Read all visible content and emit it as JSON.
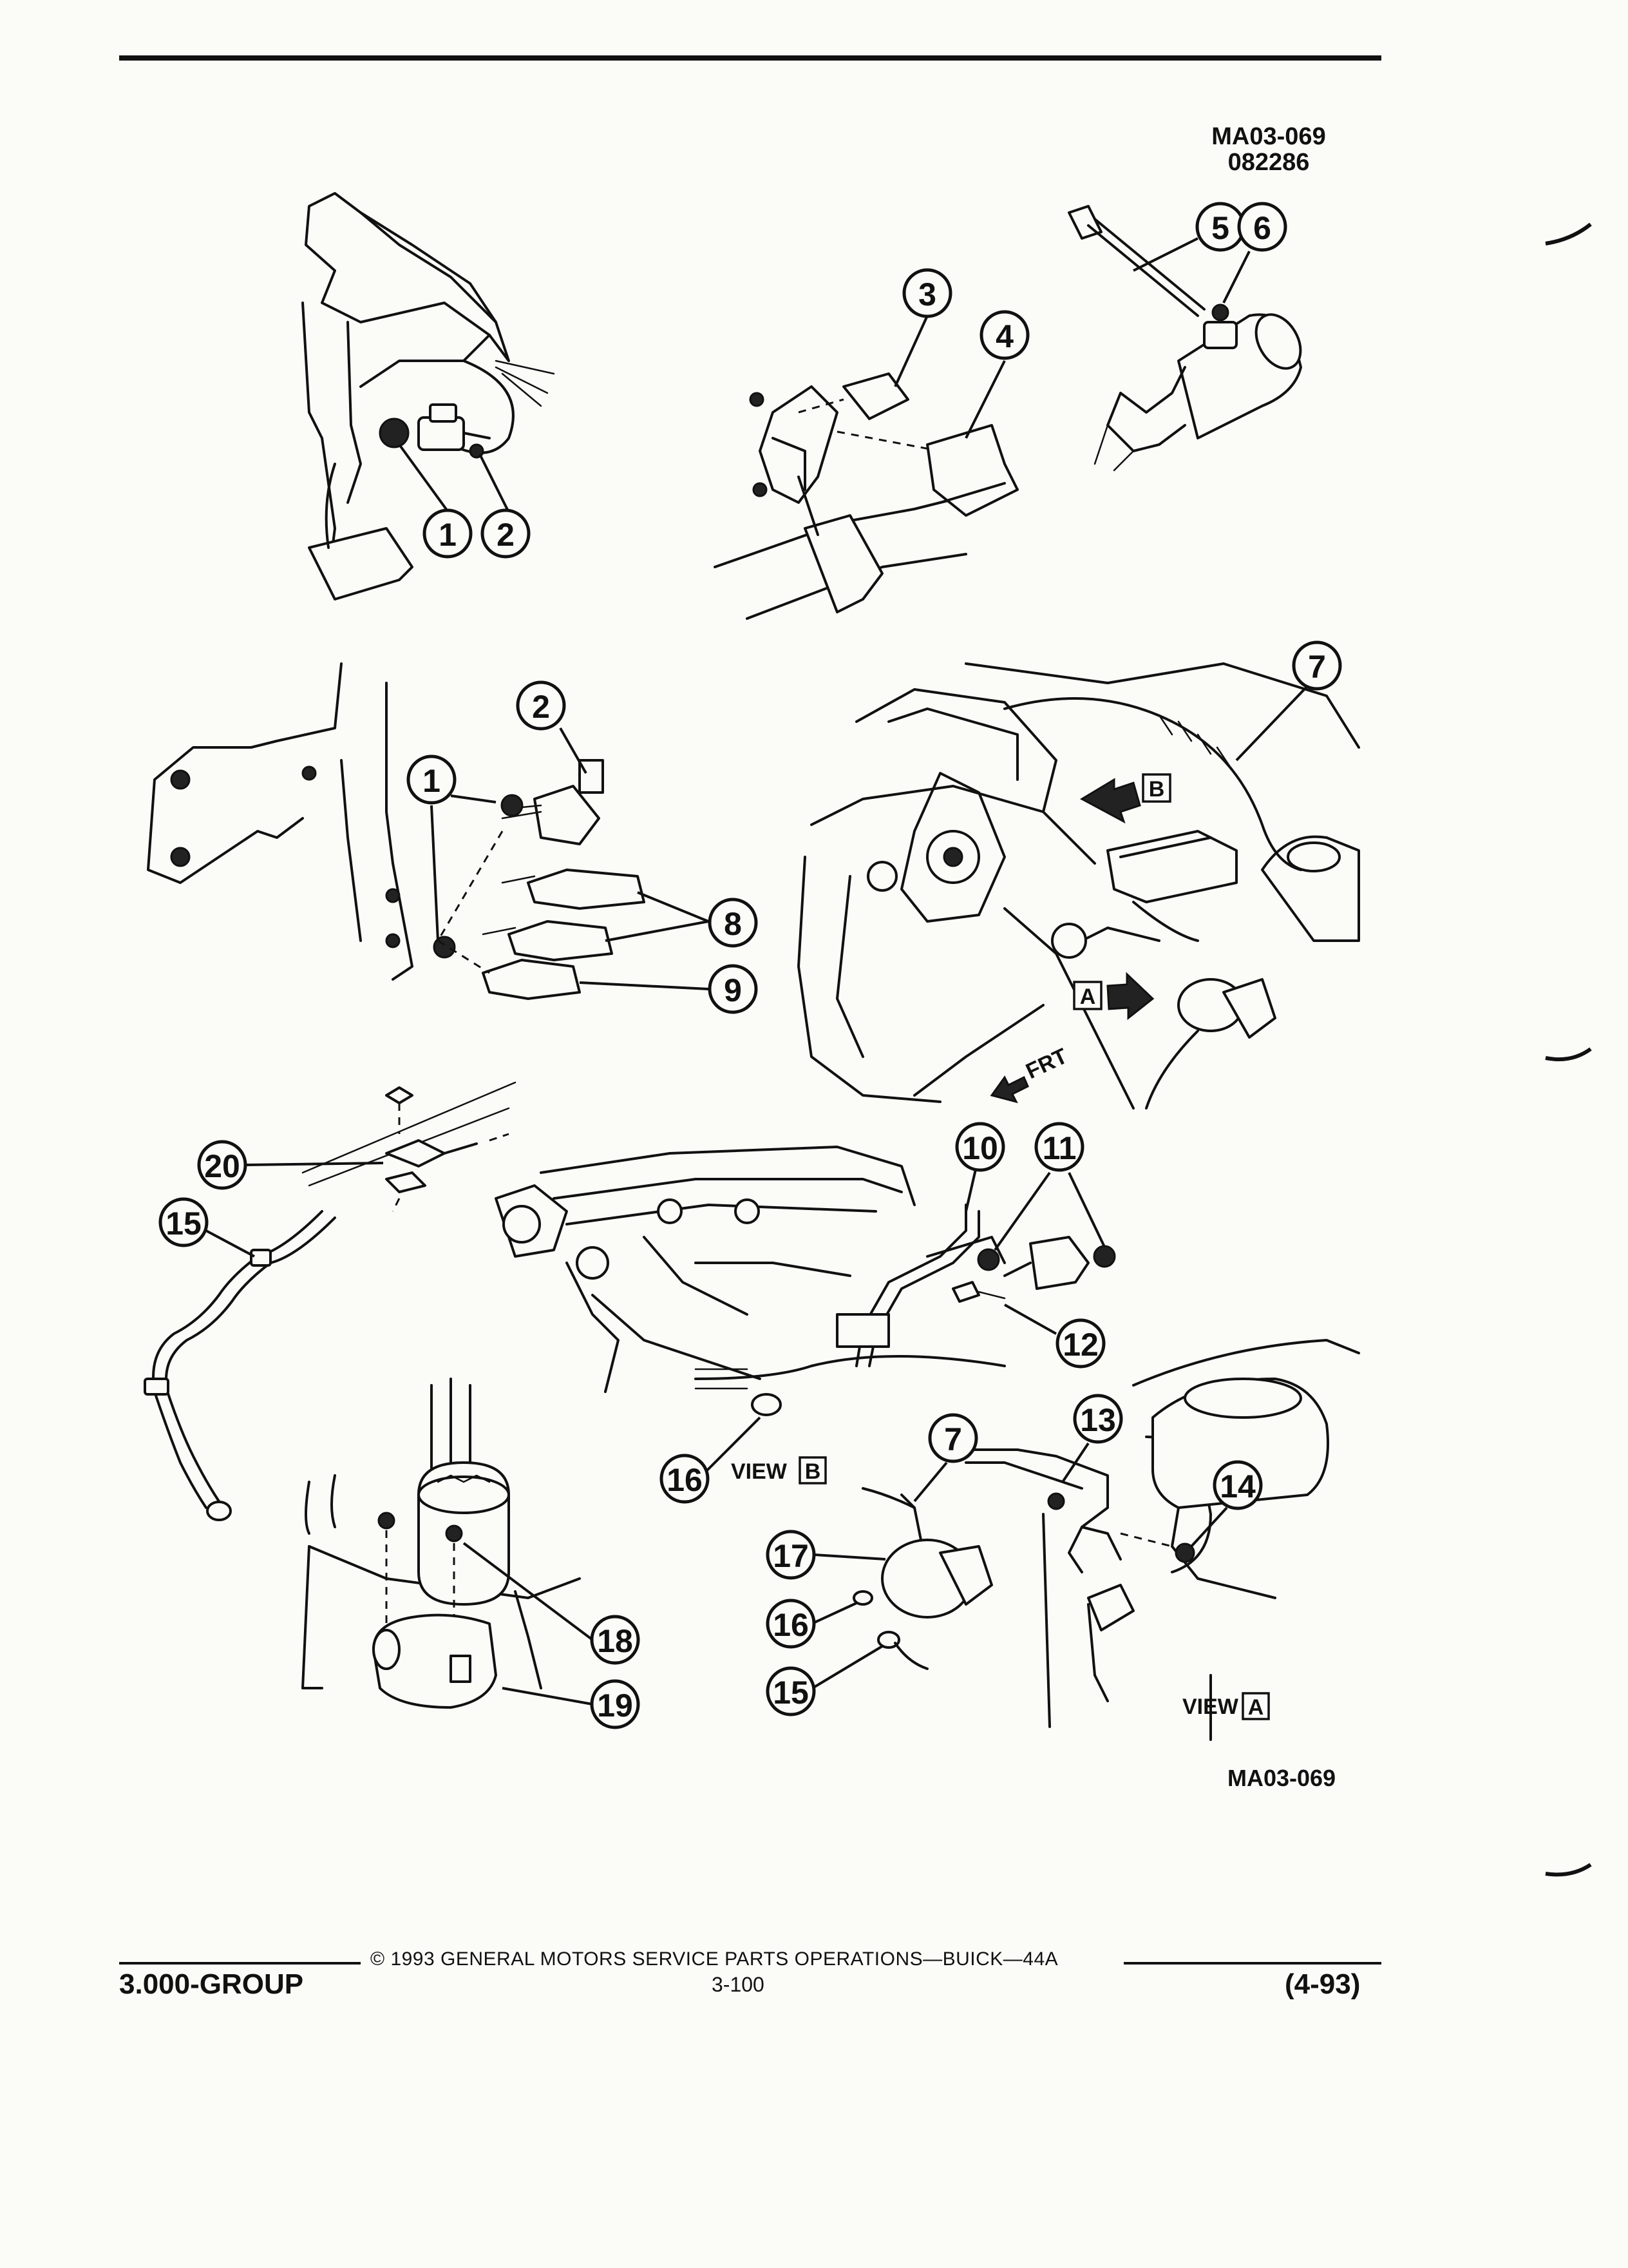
{
  "header": {
    "ref_code_line1": "MA03-069",
    "ref_code_line2": "082286"
  },
  "figure": {
    "ref_code_bottom": "MA03-069",
    "view_a_label": "VIEW",
    "view_a_letter": "A",
    "view_b_label": "VIEW",
    "view_b_letter": "B",
    "arrow_a_letter": "A",
    "arrow_b_letter": "B",
    "frt_label": "FRT",
    "callouts": [
      "1",
      "2",
      "5",
      "6",
      "3",
      "4",
      "1",
      "2",
      "8",
      "9",
      "7",
      "20",
      "15",
      "10",
      "11",
      "12",
      "7",
      "13",
      "14",
      "16",
      "17",
      "16",
      "15",
      "18",
      "19"
    ]
  },
  "footer": {
    "group": "3.000-GROUP",
    "copyright": "© 1993 GENERAL MOTORS SERVICE PARTS OPERATIONS—BUICK—44A",
    "page_number": "3-100",
    "date_code": "(4-93)"
  }
}
